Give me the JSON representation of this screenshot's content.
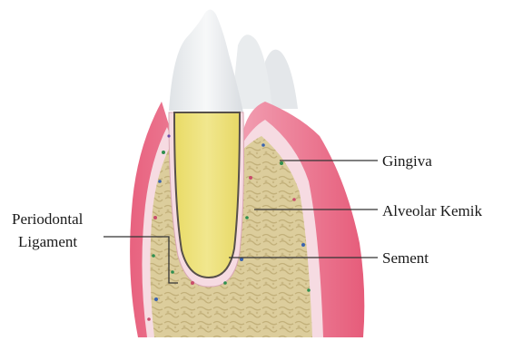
{
  "labels": {
    "gingiva": "Gingiva",
    "alveolar_bone": "Alveolar Kemik",
    "cementum": "Sement",
    "periodontal_ligament_line1": "Periodontal",
    "periodontal_ligament_line2": "Ligament"
  },
  "colors": {
    "enamel": "#eceef0",
    "gingiva": "#ec7f96",
    "bone": "#d9cb9a",
    "root": "#eee27a",
    "ligament": "#f6dbe2",
    "leader_line": "#333333"
  }
}
